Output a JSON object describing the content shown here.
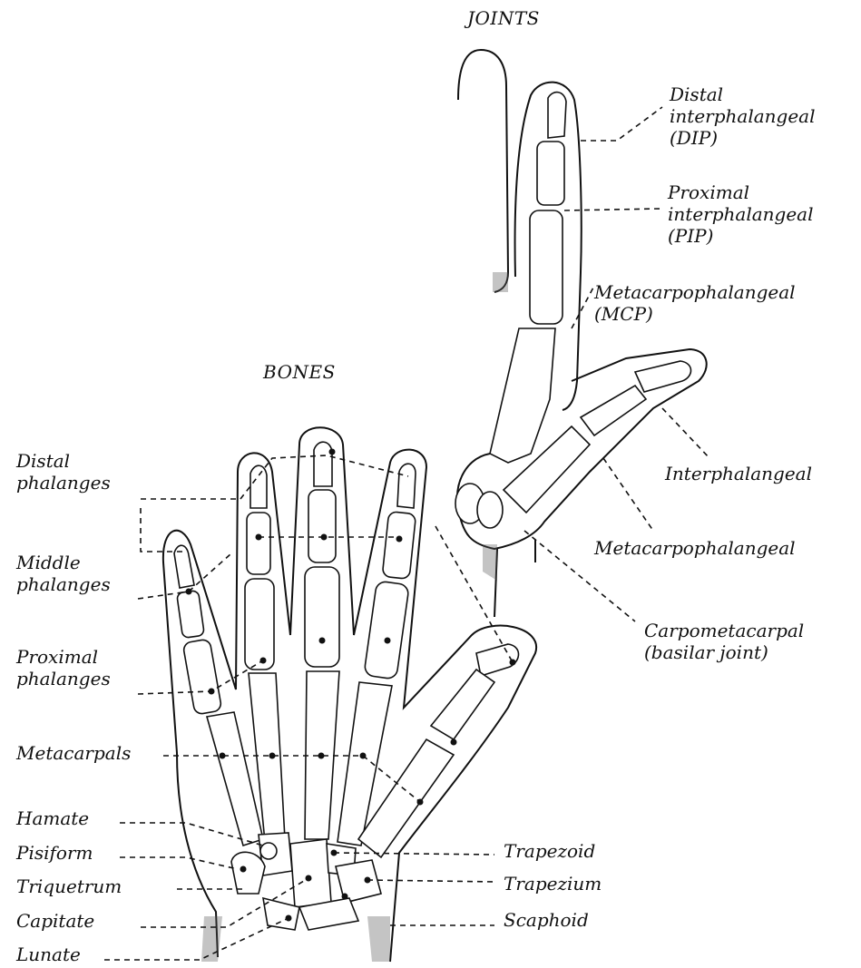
{
  "titles": {
    "joints": "JOINTS",
    "bones": "BONES"
  },
  "joint_labels": {
    "dip": [
      "Distal",
      "interphalangeal",
      "(DIP)"
    ],
    "pip": [
      "Proximal",
      "interphalangeal",
      "(PIP)"
    ],
    "mcp": [
      "Metacarpophalangeal",
      "(MCP)"
    ],
    "thumb_ip": "Interphalangeal",
    "thumb_mcp": "Metacarpophalangeal",
    "cmc": [
      "Carpometacarpal",
      "(basilar joint)"
    ]
  },
  "bone_labels": {
    "distal": [
      "Distal",
      "phalanges"
    ],
    "middle": [
      "Middle",
      "phalanges"
    ],
    "proximal": [
      "Proximal",
      "phalanges"
    ],
    "metacarpals": "Metacarpals",
    "hamate": "Hamate",
    "pisiform": "Pisiform",
    "triquetrum": "Triquetrum",
    "capitate": "Capitate",
    "lunate": "Lunate",
    "trapezoid": "Trapezoid",
    "trapezium": "Trapezium",
    "scaphoid": "Scaphoid"
  }
}
